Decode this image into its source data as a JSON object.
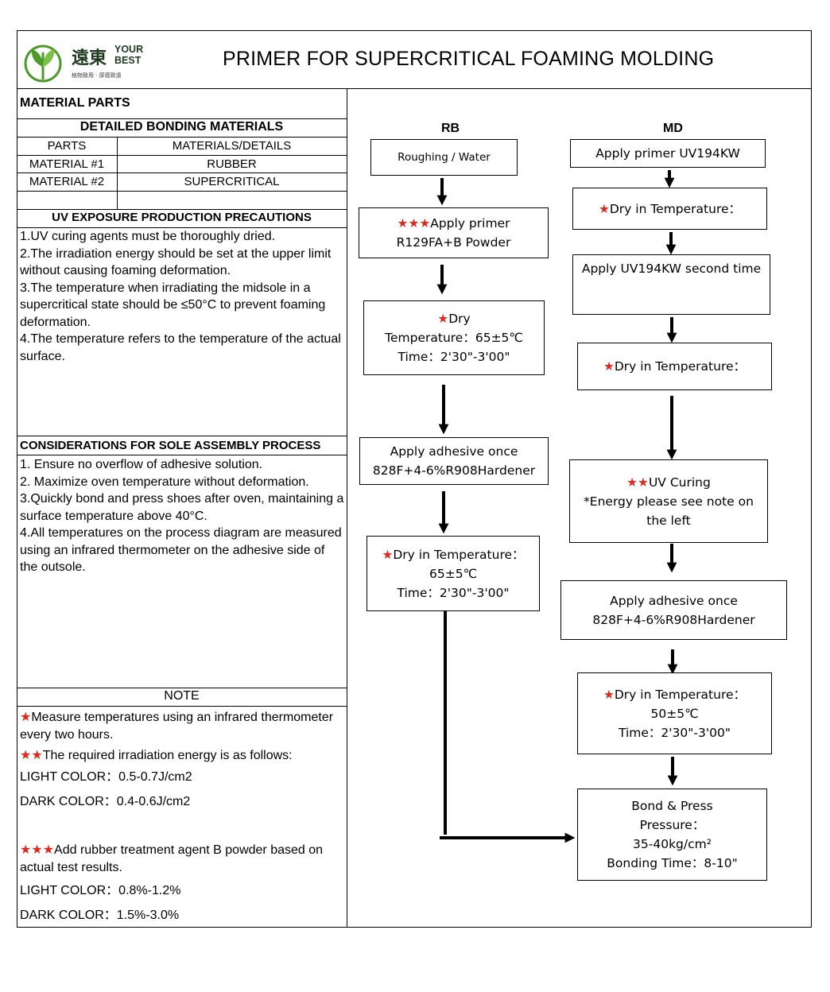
{
  "header": {
    "title": "PRIMER FOR SUPERCRITICAL FOAMING MOLDING",
    "logo_cn": "遠東",
    "logo_en_1": "YOUR",
    "logo_en_2": "BEST",
    "logo_tagline": "格物致用 · 厚德致遠",
    "logo_color": "#4c9a2a"
  },
  "left": {
    "material_parts": "MATERIAL PARTS",
    "detailed_header": "DETAILED BONDING MATERIALS",
    "col_parts": "PARTS",
    "col_details": "MATERIALS/DETAILS",
    "rows": [
      {
        "part": "MATERIAL #1",
        "detail": "RUBBER"
      },
      {
        "part": "MATERIAL #2",
        "detail": "SUPERCRITICAL"
      }
    ],
    "uv_header": "UV EXPOSURE PRODUCTION PRECAUTIONS",
    "uv_items": [
      "1.UV curing agents must be thoroughly dried.",
      "2.The irradiation energy should be set at the upper limit without causing foaming deformation.",
      "3.The temperature when irradiating the midsole in a supercritical state should be ≤50°C to prevent foaming deformation.",
      "4.The temperature refers to the temperature of the actual surface."
    ],
    "sole_header": "CONSIDERATIONS FOR  SOLE ASSEMBLY PROCESS",
    "sole_items": [
      "1. Ensure no overflow of adhesive solution.",
      "2. Maximize oven temperature without deformation.",
      "3.Quickly bond and press shoes after oven, maintaining a surface temperature above 40°C.",
      "4.All temperatures on the process diagram are measured using an infrared thermometer on the adhesive side of the outsole."
    ],
    "note_header": "NOTE",
    "note1_stars": "★",
    "note1": "Measure temperatures using an infrared thermometer every two hours.",
    "note2_stars": "★★",
    "note2": "The required irradiation energy is as follows:",
    "light1": "LIGHT COLOR：0.5-0.7J/cm2",
    "dark1": "DARK COLOR：0.4-0.6J/cm2",
    "note3_stars": "★★★",
    "note3": "Add rubber treatment agent B powder based on actual test results.",
    "light2": "LIGHT COLOR：0.8%-1.2%",
    "dark2": "DARK COLOR：1.5%-3.0%"
  },
  "flow": {
    "rb_label": "RB",
    "md_label": "MD",
    "star_color": "#e0281e",
    "rb": {
      "step1": "Roughing / Water",
      "step2_stars": "★★★",
      "step2_a": "Apply primer",
      "step2_b": "R129FA+B Powder",
      "step3_star": "★",
      "step3_a": "Dry",
      "step3_b": "Temperature：65±5℃",
      "step3_c": "Time：2'30\"-3'00\"",
      "step4_a": "Apply adhesive once",
      "step4_b": "828F+4-6%R908Hardener",
      "step5_star": "★",
      "step5_a": "Dry in Temperature：",
      "step5_b": "65±5℃",
      "step5_c": "Time：2'30\"-3'00\""
    },
    "md": {
      "step1": "Apply primer UV194KW",
      "step2_star": "★",
      "step2": "Dry in Temperature：",
      "step3": "Apply UV194KW second time",
      "step4_star": "★",
      "step4": "Dry in Temperature：",
      "step5_stars": "★★",
      "step5_a": "UV Curing",
      "step5_b": "*Energy please see note on",
      "step5_c": "the left",
      "step6_a": "Apply adhesive once",
      "step6_b": "828F+4-6%R908Hardener",
      "step7_star": "★",
      "step7_a": "Dry in Temperature：",
      "step7_b": "50±5℃",
      "step7_c": "Time：2'30\"-3'00\"",
      "step8_a": "Bond & Press",
      "step8_b": "Pressure：",
      "step8_c": "35-40kg/cm²",
      "step8_d": "Bonding Time：8-10\""
    }
  }
}
